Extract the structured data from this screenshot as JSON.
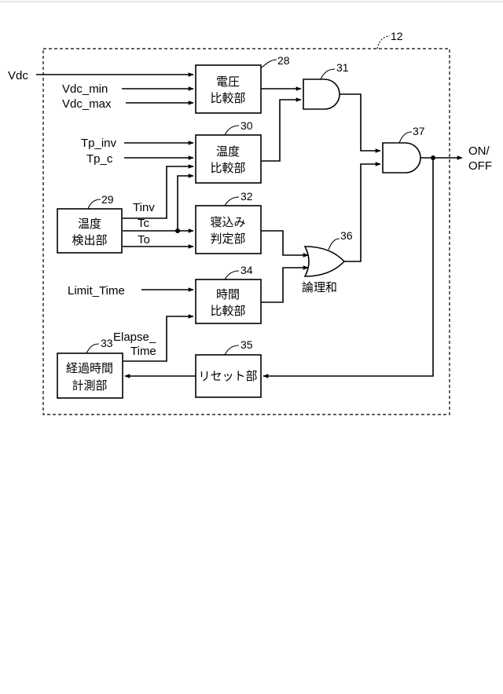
{
  "frame": {
    "ref": "12"
  },
  "inputs": {
    "vdc": "Vdc",
    "vdc_min": "Vdc_min",
    "vdc_max": "Vdc_max",
    "tp_inv": "Tp_inv",
    "tp_c": "Tp_c",
    "limit_time": "Limit_Time"
  },
  "signals": {
    "tinv": "Tinv",
    "tc": "Tc",
    "to": "To",
    "elapse_line1": "Elapse_",
    "elapse_line2": "Time"
  },
  "output": {
    "line1": "ON/",
    "line2": "OFF"
  },
  "blocks": {
    "voltage_compare": {
      "ref": "28",
      "line1": "電圧",
      "line2": "比較部"
    },
    "temp_compare": {
      "ref": "30",
      "line1": "温度",
      "line2": "比較部"
    },
    "temp_detect": {
      "ref": "29",
      "line1": "温度",
      "line2": "検出部"
    },
    "sleep_judge": {
      "ref": "32",
      "line1": "寝込み",
      "line2": "判定部"
    },
    "time_compare": {
      "ref": "34",
      "line1": "時間",
      "line2": "比較部"
    },
    "elapsed_timer": {
      "ref": "33",
      "line1": "経過時間",
      "line2": "計測部"
    },
    "reset": {
      "ref": "35",
      "label": "リセット部"
    }
  },
  "gates": {
    "and_31": {
      "ref": "31"
    },
    "and_37": {
      "ref": "37"
    },
    "or_36": {
      "ref": "36",
      "label": "論理和"
    }
  }
}
